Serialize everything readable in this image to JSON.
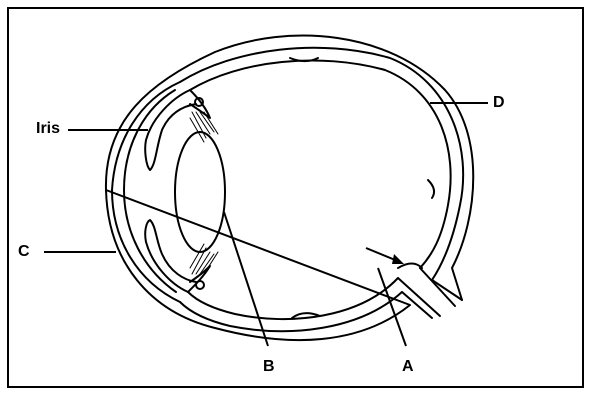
{
  "labels": {
    "iris": "Iris",
    "a": "A",
    "b": "B",
    "c": "C",
    "d": "D"
  },
  "colors": {
    "stroke": "#000000",
    "background": "#ffffff"
  }
}
